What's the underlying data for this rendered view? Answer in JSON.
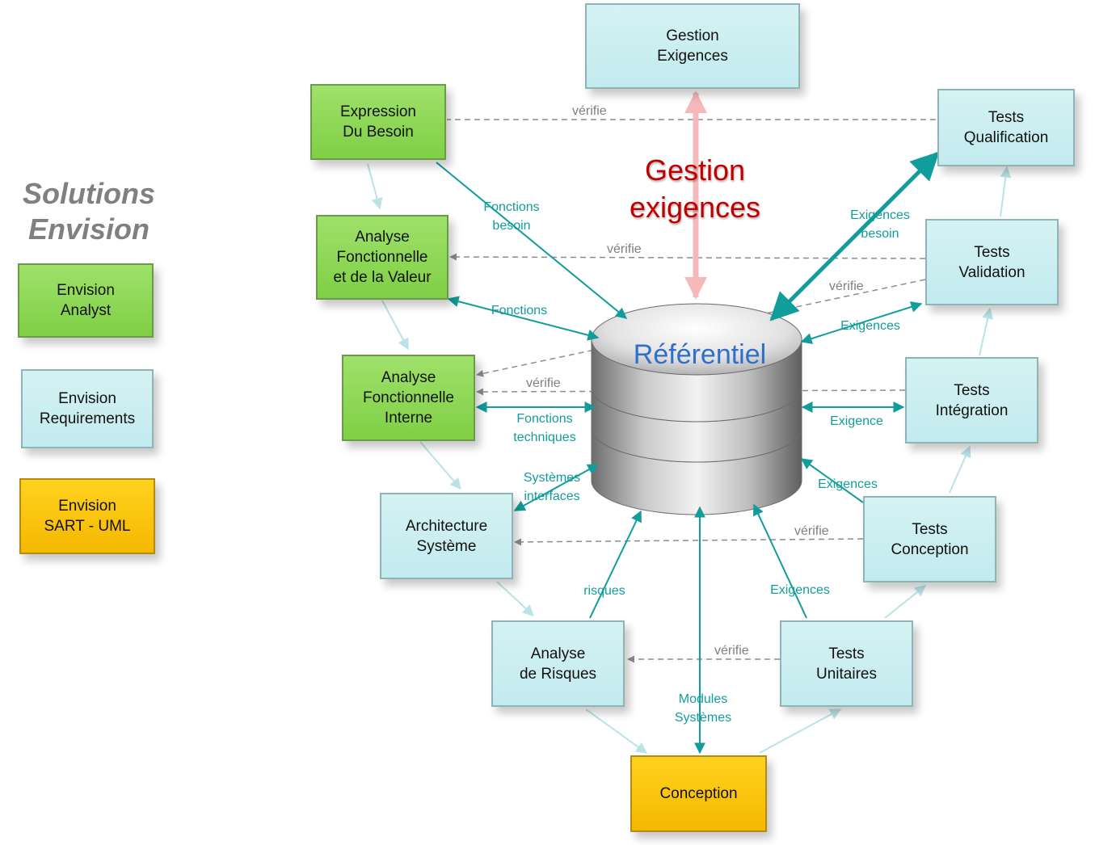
{
  "legend": {
    "title": "Solutions\nEnvision",
    "items": [
      {
        "id": "analyst",
        "label": "Envision\nAnalyst",
        "color": "green"
      },
      {
        "id": "requirements",
        "label": "Envision\nRequirements",
        "color": "blue"
      },
      {
        "id": "sart",
        "label": "Envision\nSART - UML",
        "color": "yellow"
      }
    ]
  },
  "center": {
    "label": "Référentiel",
    "gestion": "Gestion\nexigences"
  },
  "boxes": [
    {
      "id": "gestion-exigences",
      "label": "Gestion\nExigences",
      "color": "blue"
    },
    {
      "id": "expression-besoin",
      "label": "Expression\nDu Besoin",
      "color": "green"
    },
    {
      "id": "analyse-valeur",
      "label": "Analyse\nFonctionnelle\net de la Valeur",
      "color": "green"
    },
    {
      "id": "analyse-interne",
      "label": "Analyse\nFonctionnelle\nInterne",
      "color": "green"
    },
    {
      "id": "architecture-systeme",
      "label": "Architecture\nSystème",
      "color": "blue"
    },
    {
      "id": "analyse-risques",
      "label": "Analyse\nde Risques",
      "color": "blue"
    },
    {
      "id": "conception",
      "label": "Conception",
      "color": "yellow"
    },
    {
      "id": "tests-unitaires",
      "label": "Tests\nUnitaires",
      "color": "blue"
    },
    {
      "id": "tests-conception",
      "label": "Tests\nConception",
      "color": "blue"
    },
    {
      "id": "tests-integration",
      "label": "Tests\nIntégration",
      "color": "blue"
    },
    {
      "id": "tests-validation",
      "label": "Tests\nValidation",
      "color": "blue"
    },
    {
      "id": "tests-qualification",
      "label": "Tests\nQualification",
      "color": "blue"
    }
  ],
  "flow_labels": [
    {
      "id": "fonctions-besoin",
      "text": "Fonctions\nbesoin"
    },
    {
      "id": "fonctions",
      "text": "Fonctions"
    },
    {
      "id": "fonctions-techniques",
      "text": "Fonctions\ntechniques"
    },
    {
      "id": "systemes-interfaces",
      "text": "Systèmes\ninterfaces"
    },
    {
      "id": "risques",
      "text": "risques"
    },
    {
      "id": "modules-systemes",
      "text": "Modules\nSystèmes"
    },
    {
      "id": "exigences-unitaires",
      "text": "Exigences"
    },
    {
      "id": "exigences-conception",
      "text": "Exigences"
    },
    {
      "id": "exigence-integration",
      "text": "Exigence"
    },
    {
      "id": "exigences-validation",
      "text": "Exigences"
    },
    {
      "id": "exigences-besoin",
      "text": "Exigences\nbesoin"
    }
  ],
  "verifie_labels": [
    {
      "id": "verifie-qualification",
      "text": "vérifie"
    },
    {
      "id": "verifie-validation",
      "text": "vérifie"
    },
    {
      "id": "verifie-validation-diag",
      "text": "vérifie"
    },
    {
      "id": "verifie-integration",
      "text": "vérifie"
    },
    {
      "id": "verifie-conception",
      "text": "vérifie"
    },
    {
      "id": "verifie-unitaires",
      "text": "vérifie"
    }
  ],
  "colors": {
    "green": "#8ed957",
    "blue": "#c9eef0",
    "yellow": "#ffc90e",
    "flow_arrow": "#119d9b",
    "process_arrow": "#b9e3e6",
    "verify_arrow": "#8c8c8c",
    "gestion_arrow": "#f6b8b8",
    "gestion_text": "#c00000",
    "referentiel_text": "#2e6fc9"
  }
}
